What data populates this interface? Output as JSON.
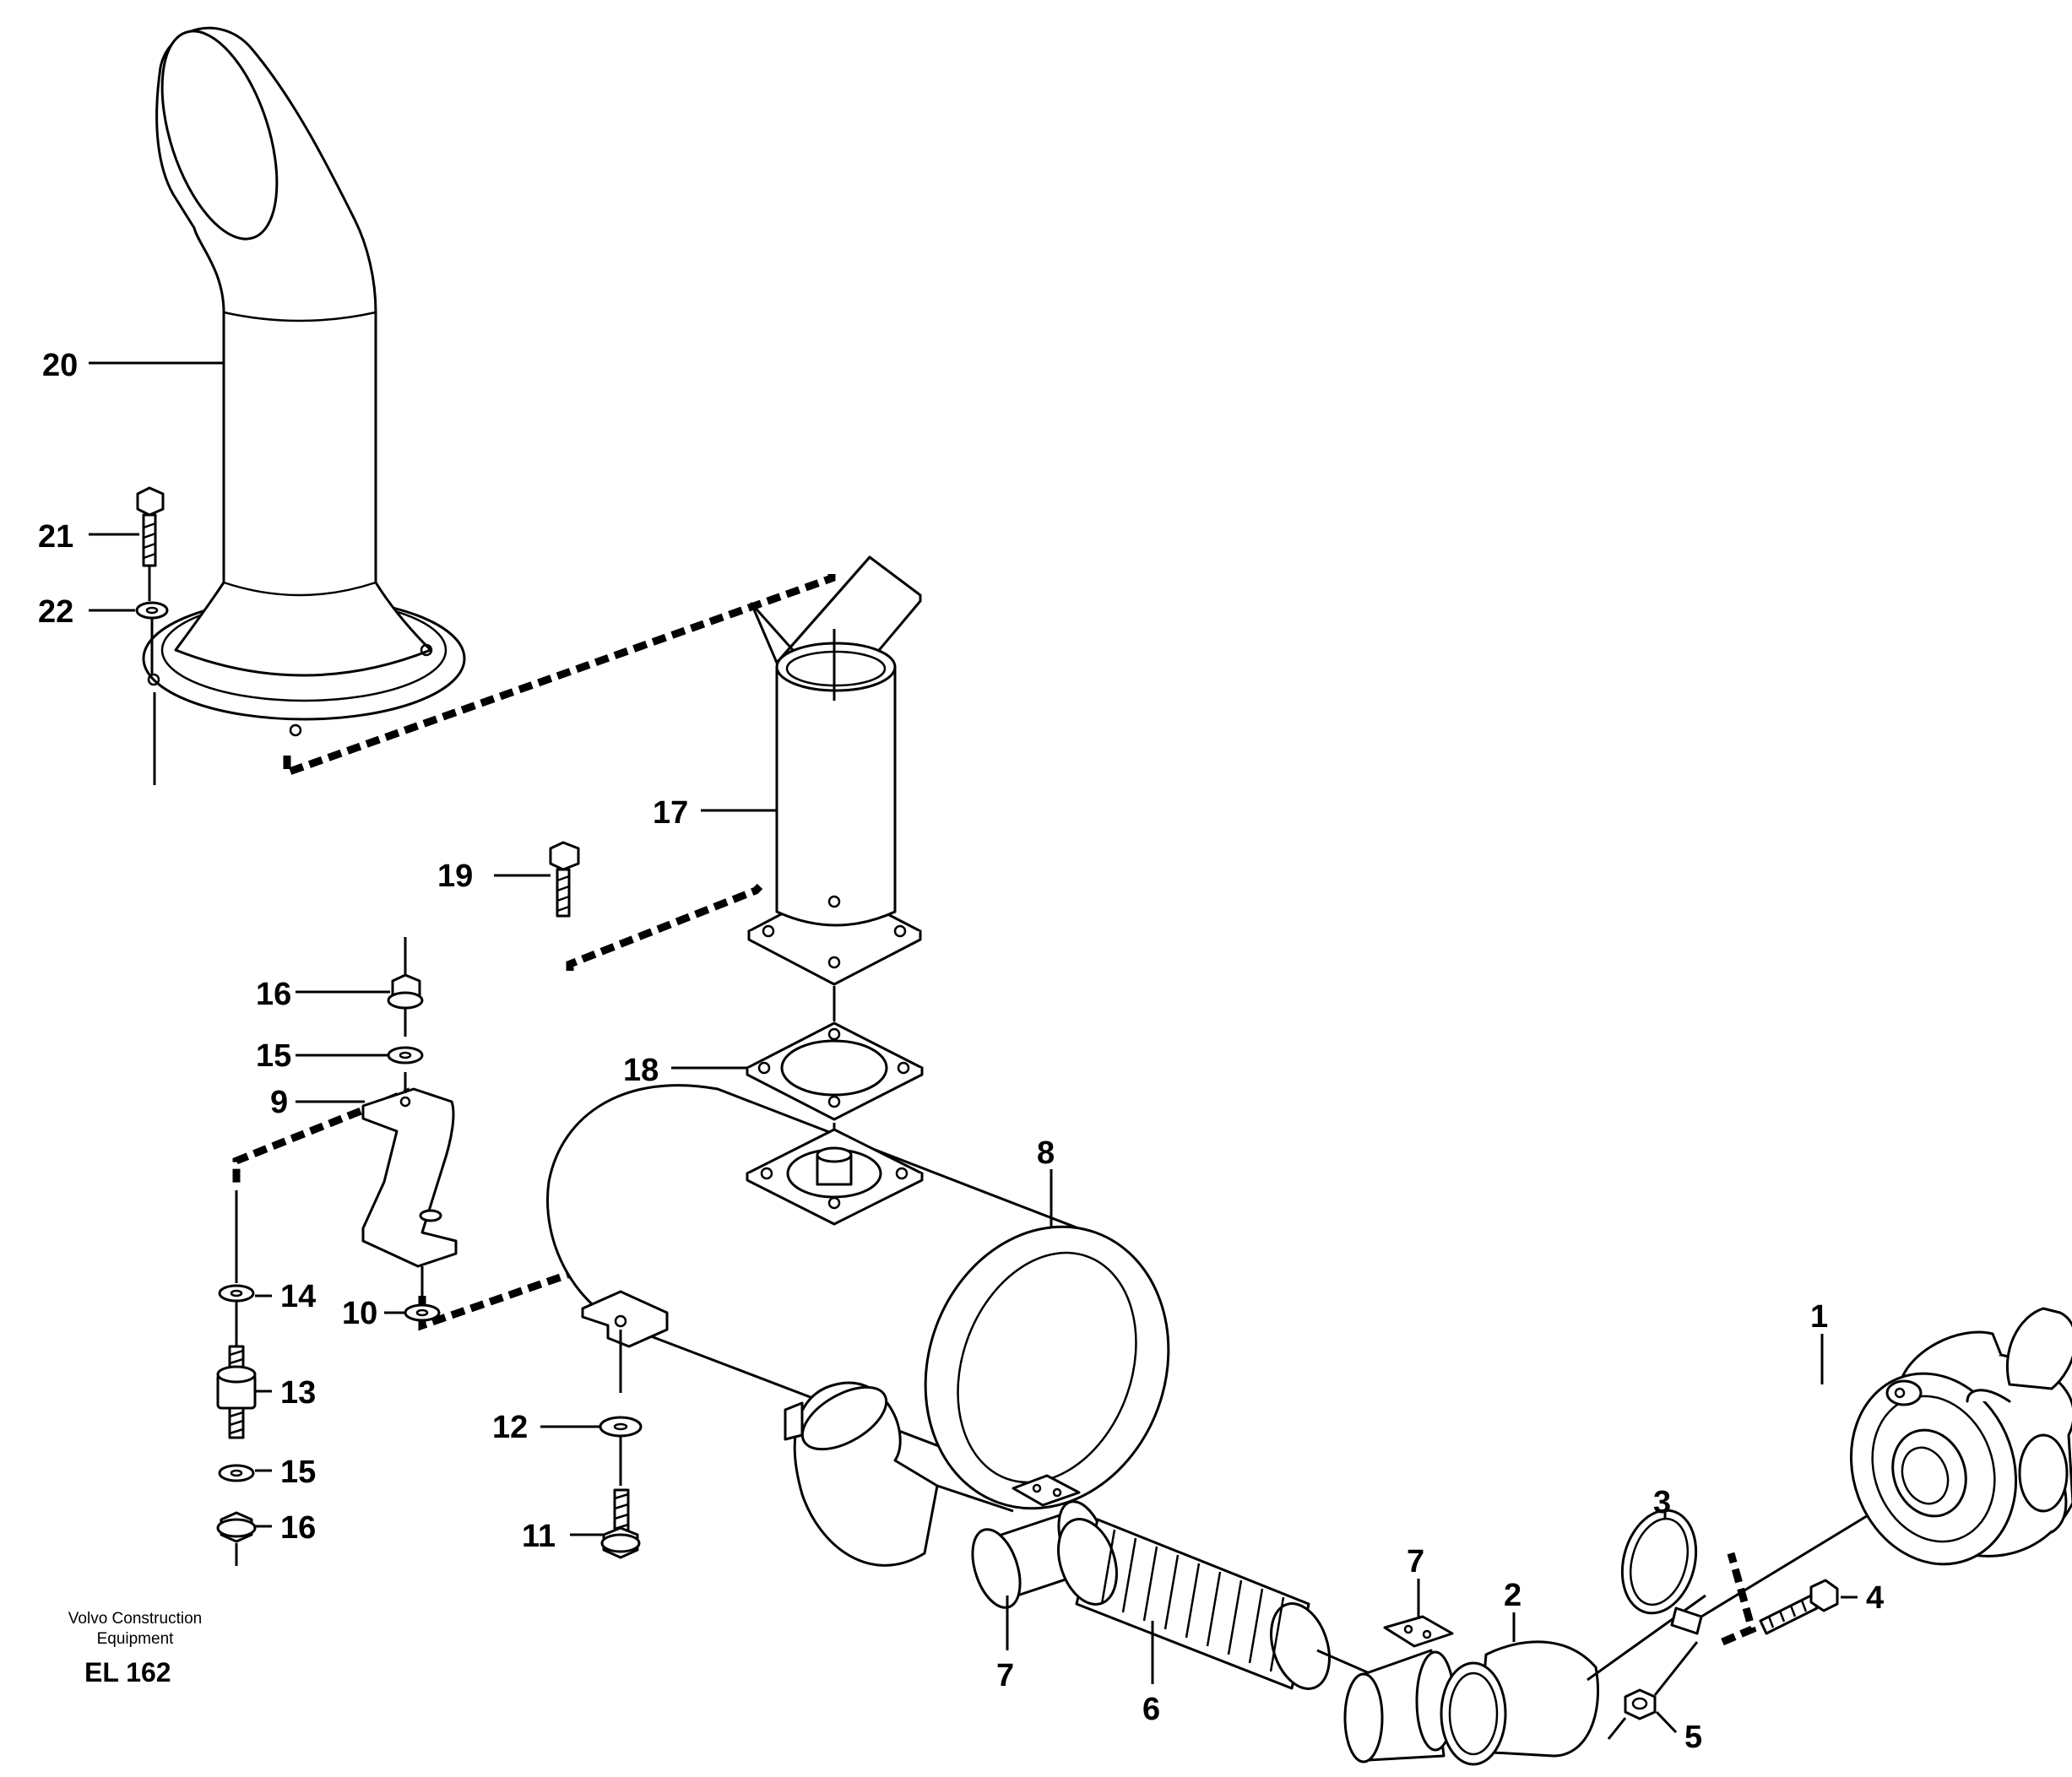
{
  "callouts": {
    "c1": "1",
    "c2": "2",
    "c3": "3",
    "c4": "4",
    "c5": "5",
    "c6": "6",
    "c7": "7",
    "c8": "8",
    "c9": "9",
    "c10": "10",
    "c11": "11",
    "c12": "12",
    "c13": "13",
    "c14": "14",
    "c15": "15",
    "c16": "16",
    "c17": "17",
    "c18": "18",
    "c19": "19",
    "c20": "20",
    "c21": "21",
    "c22": "22"
  },
  "footer": {
    "brand_line1": "Volvo Construction",
    "brand_line2": "Equipment",
    "drawing_ref": "EL 162"
  }
}
